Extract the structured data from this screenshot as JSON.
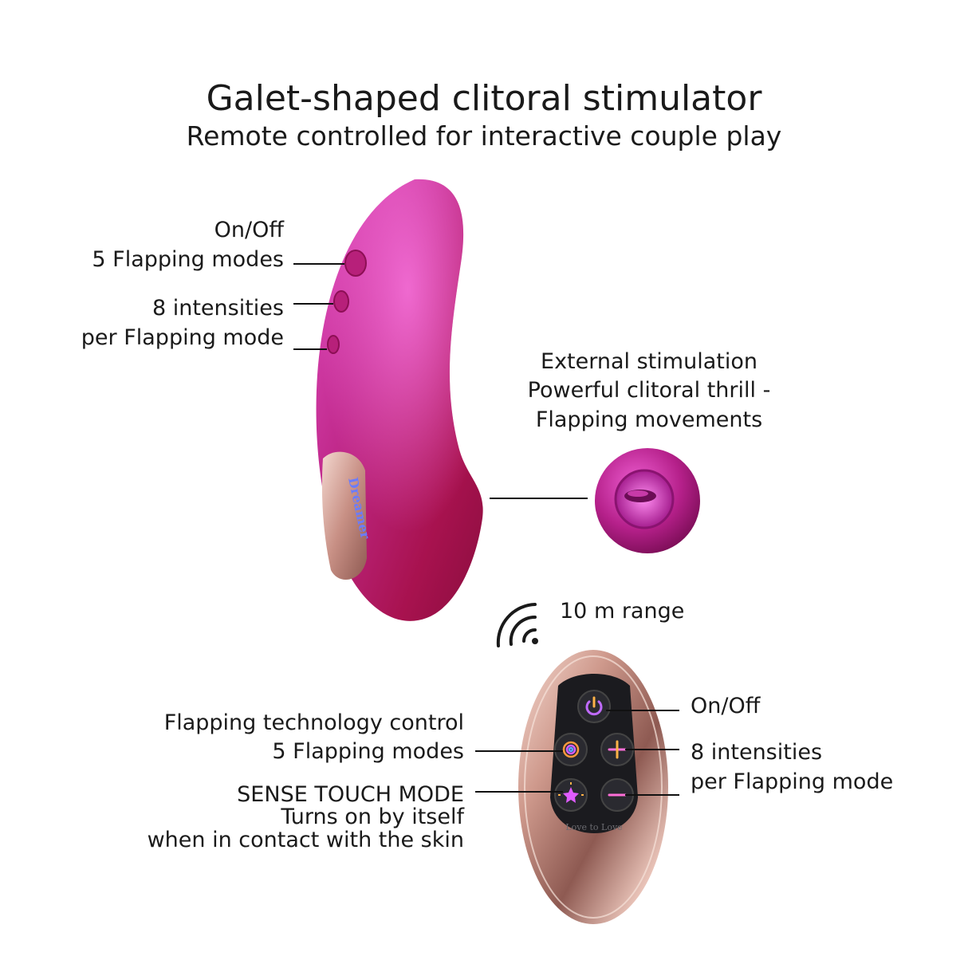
{
  "header": {
    "title": "Galet-shaped clitoral stimulator",
    "subtitle": "Remote controlled for interactive couple play"
  },
  "device": {
    "brand_text": "Dreamer",
    "labels": {
      "onoff": "On/Off",
      "modes": "5 Flapping modes",
      "intensities_1": "8 intensities",
      "intensities_2": "per Flapping mode"
    },
    "head": {
      "line1": "External stimulation",
      "line2": "Powerful clitoral thrill -",
      "line3": "Flapping movements"
    }
  },
  "range": {
    "label": "10 m range",
    "icon": "wireless-signal-icon"
  },
  "remote": {
    "brand_text": "Love to Love",
    "left": {
      "tech_1": "Flapping technology control",
      "tech_2": "5 Flapping modes",
      "sense_1": "SENSE TOUCH MODE",
      "sense_2": "Turns on by itself",
      "sense_3": "when in contact with the skin"
    },
    "right": {
      "onoff": "On/Off",
      "intensities_1": "8 intensities",
      "intensities_2": "per Flapping mode"
    },
    "buttons": [
      "power-icon",
      "flapping-mode-icon",
      "plus-icon",
      "sense-touch-star-icon",
      "minus-icon"
    ]
  },
  "colors": {
    "device": "#b0155e",
    "device_highlight": "#d836a6",
    "remote_shell": "#d9a79a",
    "remote_panel": "#1b1b1f"
  }
}
